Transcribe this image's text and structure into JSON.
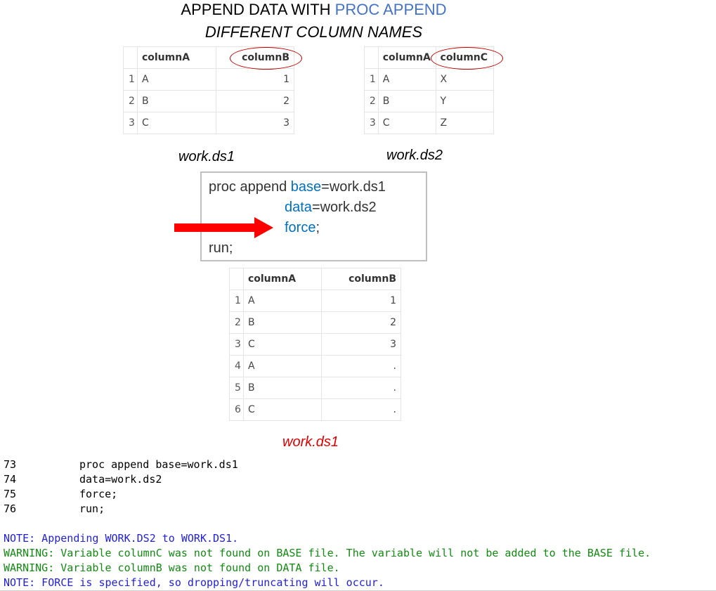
{
  "title": {
    "prefix": "APPEND DATA WITH ",
    "highlight": "PROC APPEND",
    "subtitle": "DIFFERENT COLUMN NAMES"
  },
  "ds1_table": {
    "headers": [
      "columnA",
      "columnB"
    ],
    "rows": [
      [
        "1",
        "A",
        "1"
      ],
      [
        "2",
        "B",
        "2"
      ],
      [
        "3",
        "C",
        "3"
      ]
    ],
    "caption": "work.ds1"
  },
  "ds2_table": {
    "headers": [
      "columnA",
      "columnC"
    ],
    "rows": [
      [
        "1",
        "A",
        "X"
      ],
      [
        "2",
        "B",
        "Y"
      ],
      [
        "3",
        "C",
        "Z"
      ]
    ],
    "caption": "work.ds2"
  },
  "code": {
    "line1_a": "proc append ",
    "line1_kw": "base",
    "line1_b": "=work.ds1",
    "line2_kw": "data",
    "line2_b": "=work.ds2",
    "line3_kw": "force",
    "line3_b": ";",
    "line4": "run;"
  },
  "result_table": {
    "headers": [
      "columnA",
      "columnB"
    ],
    "rows": [
      [
        "1",
        "A",
        "1"
      ],
      [
        "2",
        "B",
        "2"
      ],
      [
        "3",
        "C",
        "3"
      ],
      [
        "4",
        "A",
        "."
      ],
      [
        "5",
        "B",
        "."
      ],
      [
        "6",
        "C",
        "."
      ]
    ],
    "caption": "work.ds1"
  },
  "log": {
    "source_lines": [
      {
        "num": "73",
        "text": "proc append base=work.ds1"
      },
      {
        "num": "74",
        "text": "data=work.ds2"
      },
      {
        "num": "75",
        "text": "force;"
      },
      {
        "num": "76",
        "text": "run;"
      }
    ],
    "messages": [
      {
        "type": "note",
        "text": "NOTE: Appending WORK.DS2 to WORK.DS1."
      },
      {
        "type": "warning",
        "text": "WARNING: Variable columnC was not found on BASE file. The variable will not be added to the BASE file."
      },
      {
        "type": "warning",
        "text": "WARNING: Variable columnB was not found on DATA file."
      },
      {
        "type": "note",
        "text": "NOTE: FORCE is specified, so dropping/truncating will occur."
      }
    ]
  },
  "colors": {
    "keyword": "#0070c0",
    "title_highlight": "#4472c4",
    "arrow": "#ff0000",
    "circle": "#c00000",
    "note": "#1f1fdd",
    "warning": "#128a12"
  },
  "icons": {
    "arrow": "right-arrow-icon"
  }
}
